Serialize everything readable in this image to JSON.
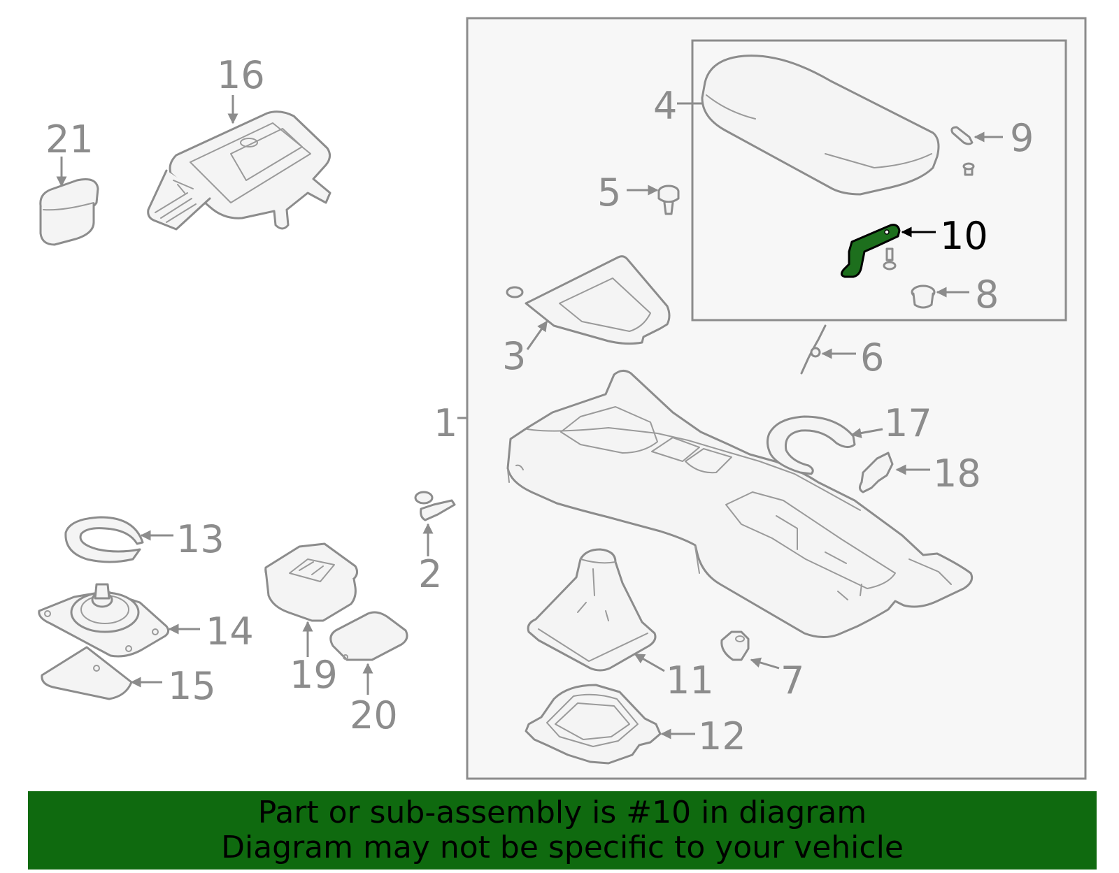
{
  "callouts": {
    "n1": "1",
    "n2": "2",
    "n3": "3",
    "n4": "4",
    "n5": "5",
    "n6": "6",
    "n7": "7",
    "n8": "8",
    "n9": "9",
    "n10": "10",
    "n11": "11",
    "n12": "12",
    "n13": "13",
    "n14": "14",
    "n15": "15",
    "n16": "16",
    "n17": "17",
    "n18": "18",
    "n19": "19",
    "n20": "20",
    "n21": "21"
  },
  "highlighted_part": "10",
  "colors": {
    "highlight": "#1d6f1d",
    "banner": "#0f6a0f",
    "linework": "#8c8c8c"
  },
  "banner": {
    "line1": "Part or sub-assembly is #10 in diagram",
    "line2": "Diagram may not be specific to your vehicle"
  }
}
